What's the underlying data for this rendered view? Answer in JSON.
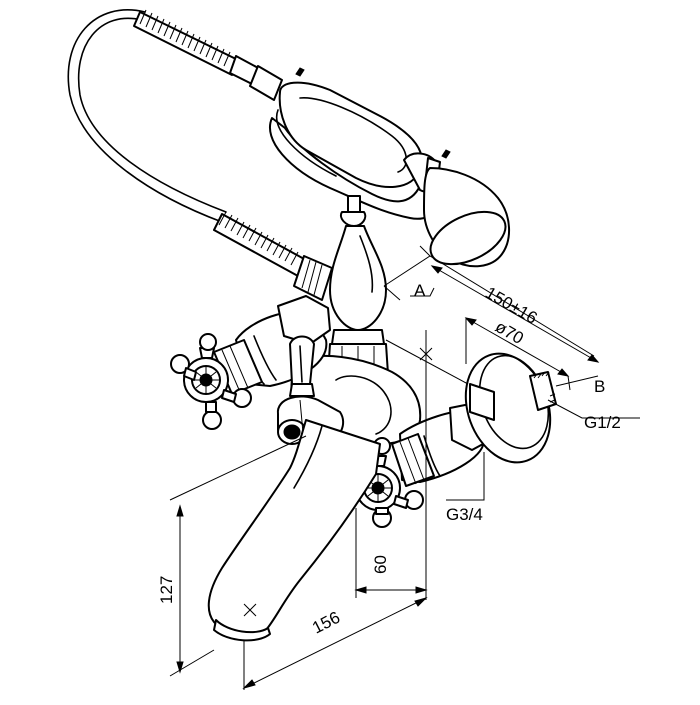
{
  "drawing": {
    "subject": "Bath/shower mixer with hand shower – dimension drawing",
    "dimensions": {
      "rail_distance": "150±16",
      "rosette_diameter": "ø70",
      "centre_distance": "60",
      "spout_projection": "156",
      "spout_height": "127"
    },
    "labels": {
      "point_a": "A",
      "point_b": "B",
      "thread_outlet": "G1/2",
      "thread_inlet": "G3/4"
    }
  }
}
